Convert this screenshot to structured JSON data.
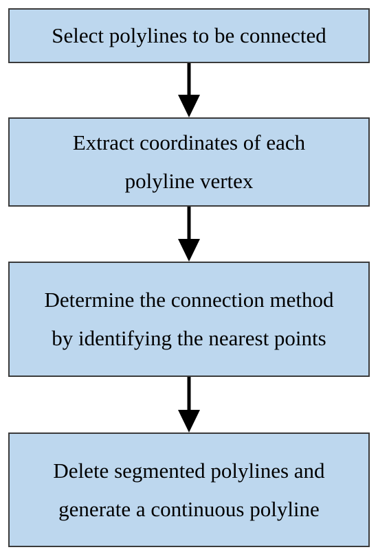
{
  "steps": [
    {
      "lines": [
        "Select polylines to be connected"
      ]
    },
    {
      "lines": [
        "Extract coordinates of each",
        "polyline vertex"
      ]
    },
    {
      "lines": [
        "Determine the connection method",
        "by identifying the nearest points"
      ]
    },
    {
      "lines": [
        "Delete segmented polylines and",
        "generate a continuous polyline"
      ]
    }
  ],
  "colors": {
    "box_fill": "#bdd7ee",
    "box_border": "#3a3a3a",
    "arrow": "#000000",
    "text": "#000000"
  }
}
